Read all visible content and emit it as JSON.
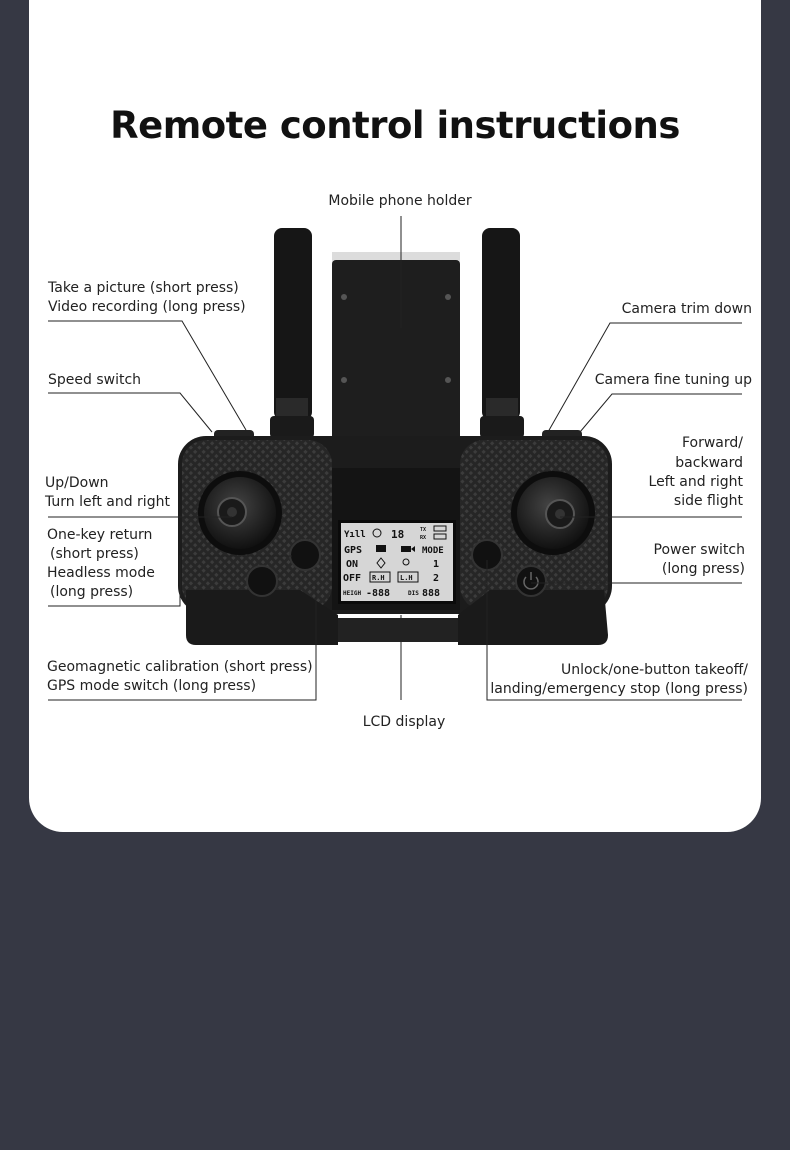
{
  "title": "Remote control instructions",
  "callouts": {
    "phone_holder": "Mobile phone holder",
    "picture_line1": "Take a picture (short press)",
    "picture_line2": "Video recording (long press)",
    "speed_switch": "Speed switch",
    "updown_line1": "Up/Down",
    "updown_line2": "Turn left and right",
    "return_line1": "One-key return",
    "return_line2": "(short press)",
    "return_line3": "Headless mode",
    "return_line4": "(long press)",
    "geo_line1": "Geomagnetic calibration (short press)",
    "geo_line2": "GPS mode switch (long press)",
    "lcd_display": "LCD display",
    "cam_trim_down": "Camera trim down",
    "cam_tune_up": "Camera fine tuning up",
    "forward_line1": "Forward/",
    "forward_line2": "backward",
    "forward_line3": "Left and right",
    "forward_line4": "side flight",
    "power_line1": "Power switch",
    "power_line2": "(long press)",
    "unlock_line1": "Unlock/one-button takeoff/",
    "unlock_line2": "landing/emergency stop (long press)"
  },
  "lcd": {
    "signal": "Yıll",
    "channel": "18",
    "tx": "TX",
    "rx": "RX",
    "gps": "GPS",
    "mode": "MODE",
    "on": "ON",
    "mode_1": "1",
    "off": "OFF",
    "rh": "R.H",
    "lh": "L.H",
    "mode_2": "2",
    "heigh": "HEIGH",
    "heigh_val": "-888",
    "dis": "DIS",
    "dis_val": "888"
  },
  "colors": {
    "background": "#363844",
    "card": "#ffffff",
    "device_body": "#1c1c1c",
    "lcd_screen": "#d6d6d6"
  }
}
